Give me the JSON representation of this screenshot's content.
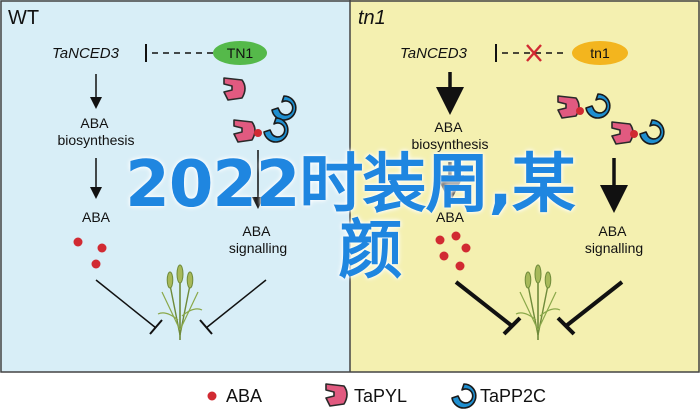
{
  "panels": {
    "left": {
      "title": "WT",
      "gene_label": "TaNCED3",
      "tn_label": "TN1",
      "aba_biosynthesis": "ABA\nbiosynthesis",
      "aba_label": "ABA",
      "aba_signalling": "ABA\nsignalling"
    },
    "right": {
      "title": "tn1",
      "gene_label": "TaNCED3",
      "tn_label": "tn1",
      "aba_biosynthesis": "ABA\nbiosynthesis",
      "aba_label": "ABA",
      "aba_signalling": "ABA\nsignalling"
    }
  },
  "legend": {
    "items": [
      {
        "label": "ABA",
        "icon": "red-dot-icon"
      },
      {
        "label": "TaPYL",
        "icon": "pyl-receptor-icon"
      },
      {
        "label": "TaPP2C",
        "icon": "pp2c-phosphatase-icon"
      }
    ]
  },
  "overlay": {
    "line1": "2022时装周,某",
    "line2": "颜"
  },
  "colors": {
    "left_bg": "#d8eef7",
    "right_bg": "#f4f0b0",
    "tn1_green": "#55b94a",
    "tn1_yellow": "#f3b51e",
    "aba_red": "#d12a32",
    "pyl_pink": "#e15a80",
    "pp2c_blue": "#1f8fd0",
    "overlay_blue": "#1f86e0"
  }
}
